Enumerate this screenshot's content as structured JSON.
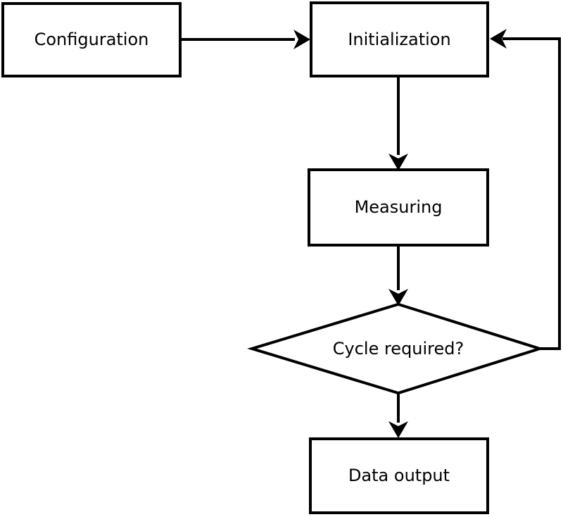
{
  "diagram": {
    "background_color": "#ffffff",
    "line_color": "#000000",
    "text_color": "#000000",
    "node_fill_color": "#ffffff",
    "nodes": [
      {
        "id": "configuration",
        "shape": "rectangle",
        "label": "Configuration"
      },
      {
        "id": "initialization",
        "shape": "rectangle",
        "label": "Initialization"
      },
      {
        "id": "measuring",
        "shape": "rectangle",
        "label": "Measuring"
      },
      {
        "id": "cycle-required",
        "shape": "diamond",
        "label": "Cycle required?"
      },
      {
        "id": "data-output",
        "shape": "rectangle",
        "label": "Data output"
      }
    ],
    "edges": [
      {
        "from": "configuration",
        "to": "initialization"
      },
      {
        "from": "initialization",
        "to": "measuring"
      },
      {
        "from": "measuring",
        "to": "cycle-required"
      },
      {
        "from": "cycle-required",
        "to": "data-output"
      },
      {
        "from": "cycle-required",
        "to": "initialization"
      }
    ]
  }
}
